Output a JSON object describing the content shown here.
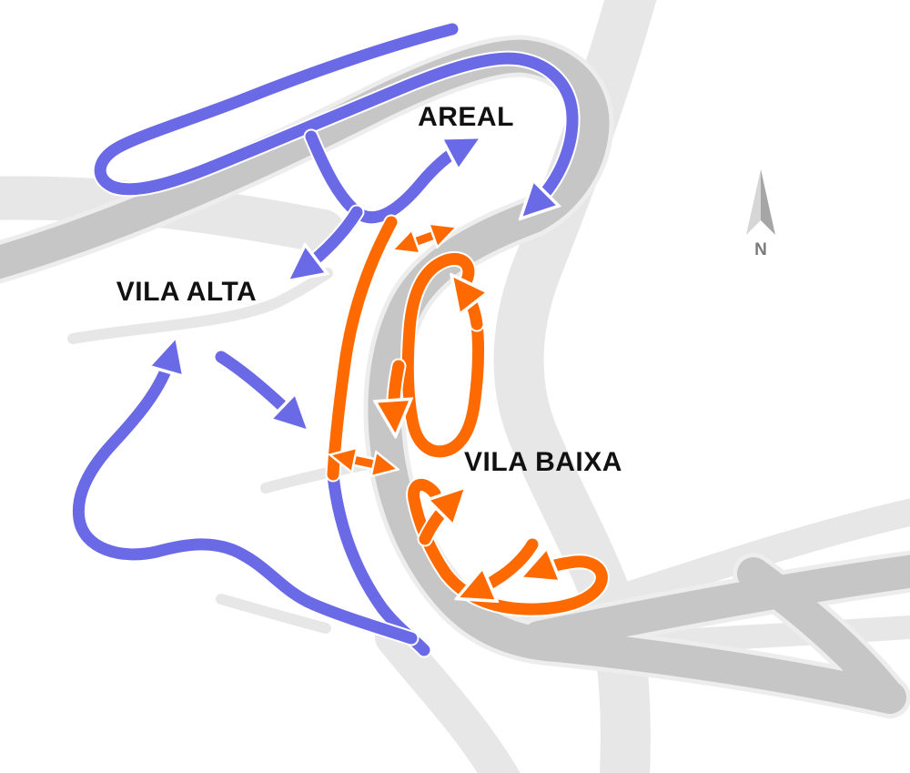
{
  "map": {
    "labels": {
      "areal": "AREAL",
      "vila_alta": "VILA ALTA",
      "vila_baixa": "VILA BAIXA"
    },
    "compass": {
      "north": "N"
    },
    "colors": {
      "route_blue": "#6a6ae6",
      "route_orange": "#ff6a00",
      "road_dark": "#c6c6c6",
      "road_light": "#e7e7e7",
      "label_text": "#111111",
      "compass_light": "#d6d6d6",
      "compass_dark": "#a6a6a6",
      "compass_text": "#7a7a7a"
    }
  }
}
